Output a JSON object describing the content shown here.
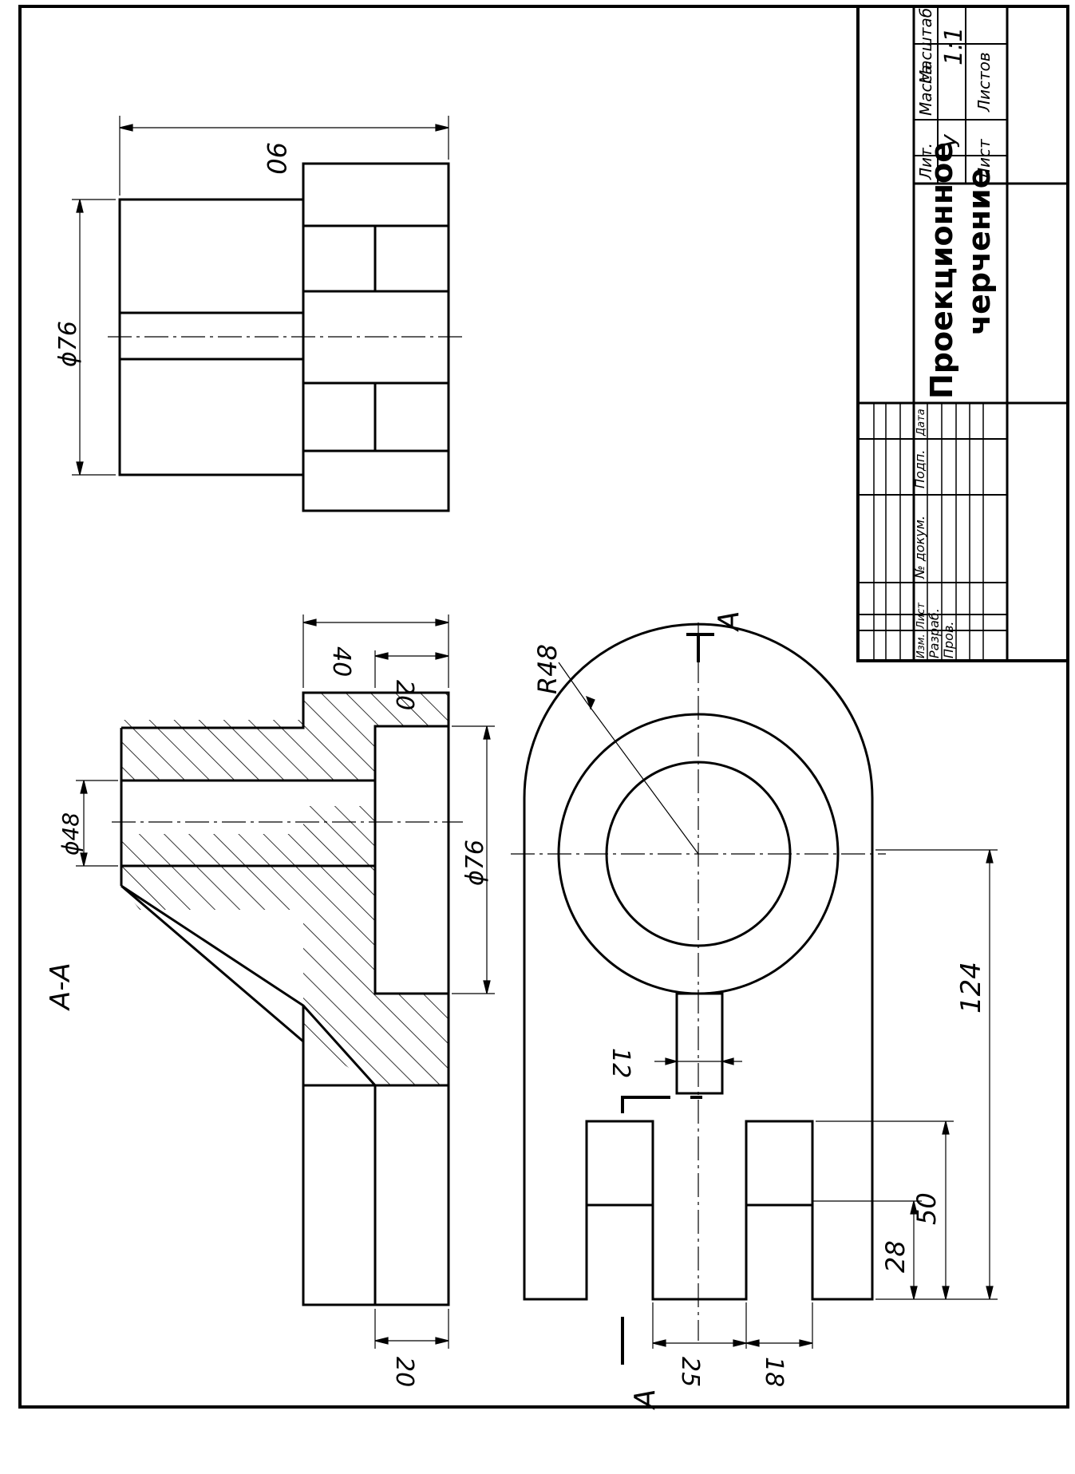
{
  "section_label": "A-A",
  "section_marker": "A",
  "dimensions": {
    "side_length": "90",
    "side_diameter": "ϕ76",
    "section_height": "40",
    "section_step": "20",
    "section_base": "20",
    "section_bore": "ϕ48",
    "section_counterbore": "ϕ76",
    "top_radius": "R48",
    "top_rib": "12",
    "top_slot": "25",
    "top_wall": "18",
    "top_28": "28",
    "top_50": "50",
    "top_124": "124"
  },
  "title_block": {
    "title_line1": "Проекционное",
    "title_line2": "черчение",
    "lit_header": "Лит.",
    "mass_header": "Масса",
    "scale_header": "Масштаб",
    "lit_value": "У",
    "scale_value": "1:1",
    "sheet_label": "Лист",
    "sheets_label": "Листов",
    "col_izm": "Изм.",
    "col_list": "Лист",
    "col_doc": "№ докум.",
    "col_sign": "Подп.",
    "col_date": "Дата",
    "row_developer": "Разраб.",
    "row_checker": "Пров."
  }
}
